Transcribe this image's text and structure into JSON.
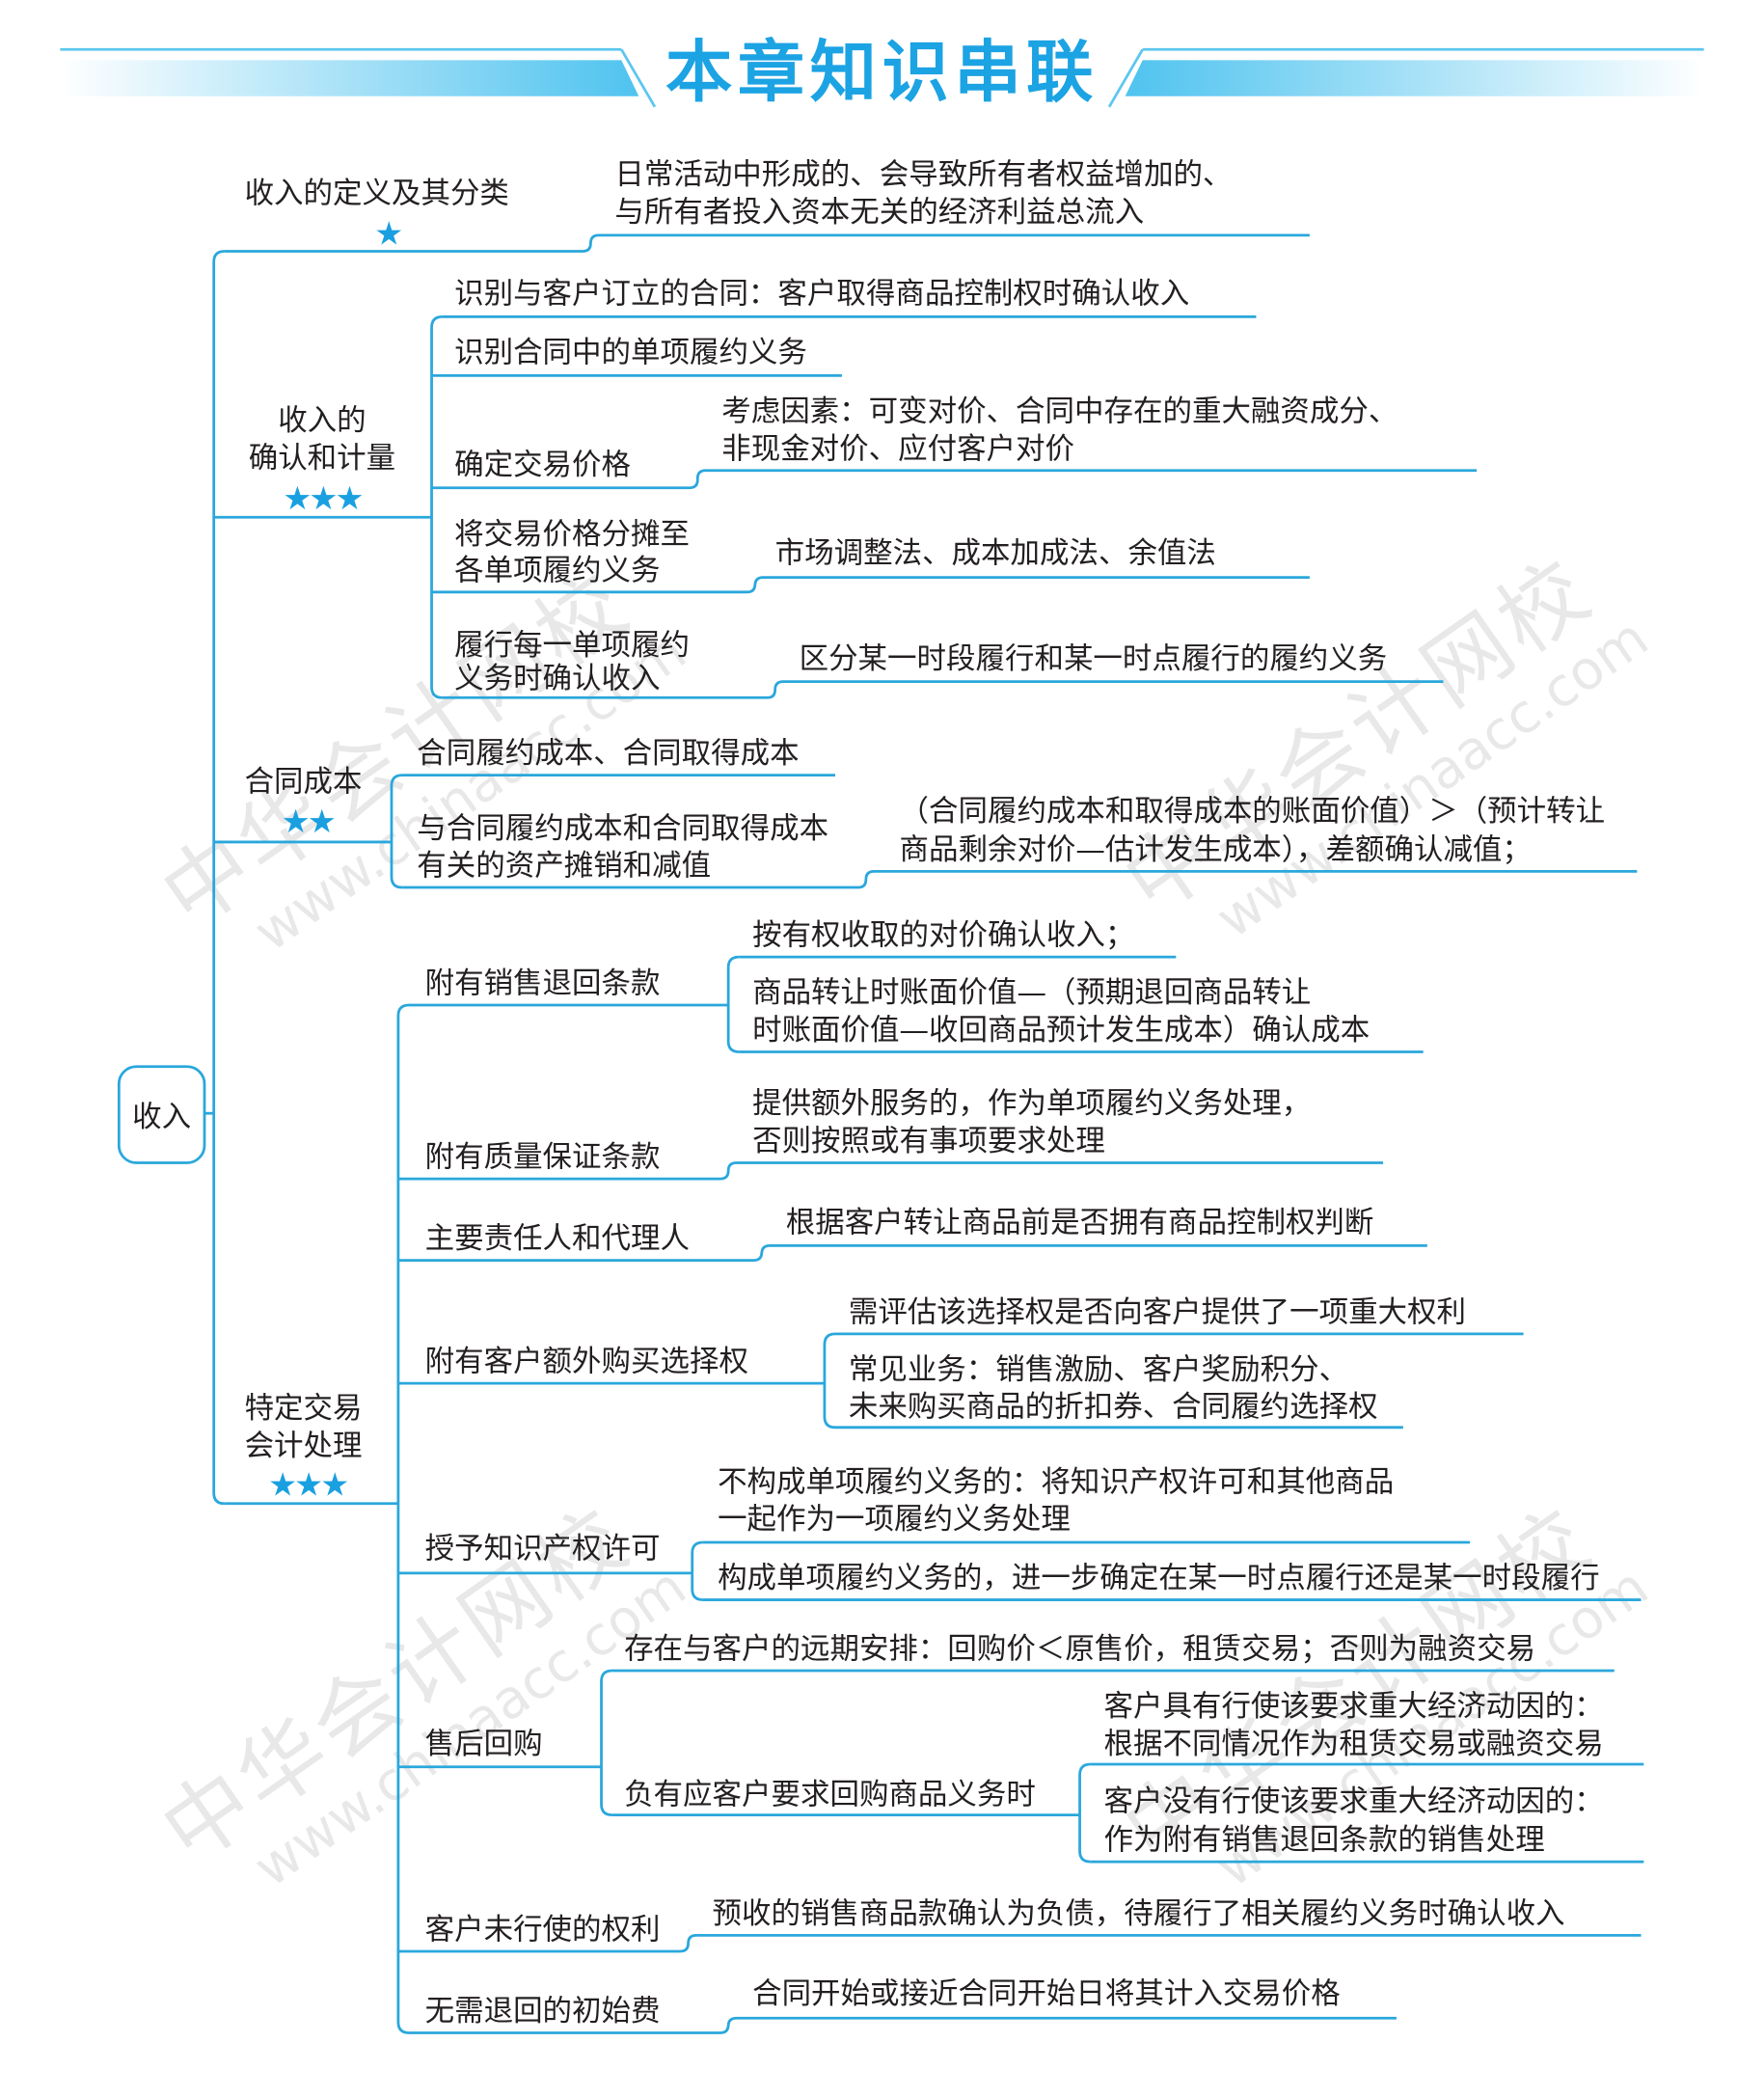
{
  "title": "本章知识串联",
  "root": "收入",
  "watermark": [
    "中华会计网校",
    "www.chinaacc.com"
  ],
  "colors": {
    "line": "#2aa7dc",
    "title": "#1ca3e3",
    "star": "#1aa0e0",
    "text": "#231f20"
  },
  "branches": [
    {
      "label": [
        "收入的定义及其分类"
      ],
      "stars": "★",
      "items": [
        {
          "text": [
            "日常活动中形成的、会导致所有者权益增加的、",
            "与所有者投入资本无关的经济利益总流入"
          ]
        }
      ]
    },
    {
      "label": [
        "收入的",
        "确认和计量"
      ],
      "stars": "★★★",
      "items": [
        {
          "text": [
            "识别与客户订立的合同：客户取得商品控制权时确认收入"
          ]
        },
        {
          "text": [
            "识别合同中的单项履约义务"
          ]
        },
        {
          "label": [
            "确定交易价格"
          ],
          "text": [
            "考虑因素：可变对价、合同中存在的重大融资成分、",
            "非现金对价、应付客户对价"
          ]
        },
        {
          "label": [
            "将交易价格分摊至",
            "各单项履约义务"
          ],
          "text": [
            "市场调整法、成本加成法、余值法"
          ]
        },
        {
          "label": [
            "履行每一单项履约",
            "义务时确认收入"
          ],
          "text": [
            "区分某一时段履行和某一时点履行的履约义务"
          ]
        }
      ]
    },
    {
      "label": [
        "合同成本"
      ],
      "stars": "★★",
      "items": [
        {
          "text": [
            "合同履约成本、合同取得成本"
          ]
        },
        {
          "label": [
            "与合同履约成本和合同取得成本",
            "有关的资产摊销和减值"
          ],
          "text": [
            "（合同履约成本和取得成本的账面价值）＞（预计转让",
            "商品剩余对价—估计发生成本），差额确认减值；"
          ]
        }
      ]
    },
    {
      "label": [
        "特定交易",
        "会计处理"
      ],
      "stars": "★★★",
      "items": [
        {
          "label": [
            "附有销售退回条款"
          ],
          "children": [
            {
              "text": [
                "按有权收取的对价确认收入；"
              ]
            },
            {
              "text": [
                "商品转让时账面价值—（预期退回商品转让",
                "时账面价值—收回商品预计发生成本）确认成本"
              ]
            }
          ]
        },
        {
          "label": [
            "附有质量保证条款"
          ],
          "text": [
            "提供额外服务的，作为单项履约义务处理，",
            "否则按照或有事项要求处理"
          ]
        },
        {
          "label": [
            "主要责任人和代理人"
          ],
          "text": [
            "根据客户转让商品前是否拥有商品控制权判断"
          ]
        },
        {
          "label": [
            "附有客户额外购买选择权"
          ],
          "children": [
            {
              "text": [
                "需评估该选择权是否向客户提供了一项重大权利"
              ]
            },
            {
              "text": [
                "常见业务：销售激励、客户奖励积分、",
                "未来购买商品的折扣券、合同履约选择权"
              ]
            }
          ]
        },
        {
          "label": [
            "授予知识产权许可"
          ],
          "children": [
            {
              "text": [
                "不构成单项履约义务的：将知识产权许可和其他商品",
                "一起作为一项履约义务处理"
              ]
            },
            {
              "text": [
                "构成单项履约义务的，进一步确定在某一时点履行还是某一时段履行"
              ]
            }
          ]
        },
        {
          "label": [
            "售后回购"
          ],
          "children": [
            {
              "text": [
                "存在与客户的远期安排：回购价＜原售价，租赁交易；否则为融资交易"
              ]
            },
            {
              "label": [
                "负有应客户要求回购商品义务时"
              ],
              "children": [
                {
                  "text": [
                    "客户具有行使该要求重大经济动因的：",
                    "根据不同情况作为租赁交易或融资交易"
                  ]
                },
                {
                  "text": [
                    "客户没有行使该要求重大经济动因的：",
                    "作为附有销售退回条款的销售处理"
                  ]
                }
              ]
            }
          ]
        },
        {
          "label": [
            "客户未行使的权利"
          ],
          "text": [
            "预收的销售商品款确认为负债，待履行了相关履约义务时确认收入"
          ]
        },
        {
          "label": [
            "无需退回的初始费"
          ],
          "text": [
            "合同开始或接近合同开始日将其计入交易价格"
          ]
        }
      ]
    }
  ]
}
